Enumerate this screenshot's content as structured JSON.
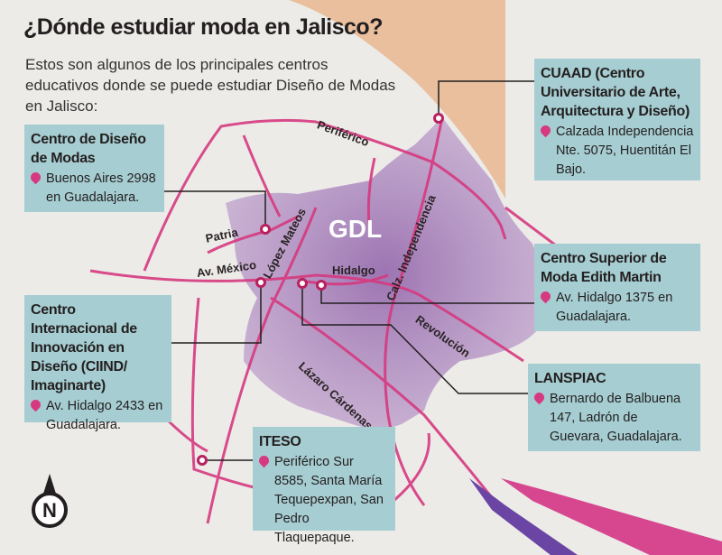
{
  "title": "¿Dónde estudiar moda en Jalisco?",
  "intro": "Estos son algunos de los principales centros educativos donde se puede estudiar Diseño de Modas en Jalisco:",
  "city_label": "GDL",
  "north_label": "N",
  "roads": {
    "periferico": "Periférico",
    "patria": "Patria",
    "lopez_mateos": "López Mateos",
    "av_mexico": "Av. México",
    "hidalgo": "Hidalgo",
    "calz_independencia": "Calz. Independencia",
    "revolucion": "Revolución",
    "lazaro_cardenas": "Lázaro Cárdenas"
  },
  "schools": [
    {
      "name": "Centro de Diseño de Modas",
      "address": "Buenos Aires 2998 en Guadalajara."
    },
    {
      "name": "CUAAD (Centro Universitario de Arte, Arquitectura y Diseño)",
      "address": "Calzada Independencia Nte. 5075, Huentitán El Bajo."
    },
    {
      "name": "Centro Superior de Moda Edith Martin",
      "address": "Av. Hidalgo 1375 en Guadalajara."
    },
    {
      "name": "Centro Internacional de Innovación en Diseño (CIIND/ Imaginarte)",
      "address": "Av. Hidalgo 2433 en Guadalajara."
    },
    {
      "name": "LANSPIAC",
      "address": "Bernardo de Balbuena 147, Ladrón de Guevara, Guadalajara."
    },
    {
      "name": "ITESO",
      "address": "Periférico Sur 8585, Santa María Tequepexpan, San Pedro Tlaquepaque."
    }
  ],
  "colors": {
    "road": "#d6397f",
    "box": "#a6cdd1",
    "city": "#9b6fb0"
  }
}
